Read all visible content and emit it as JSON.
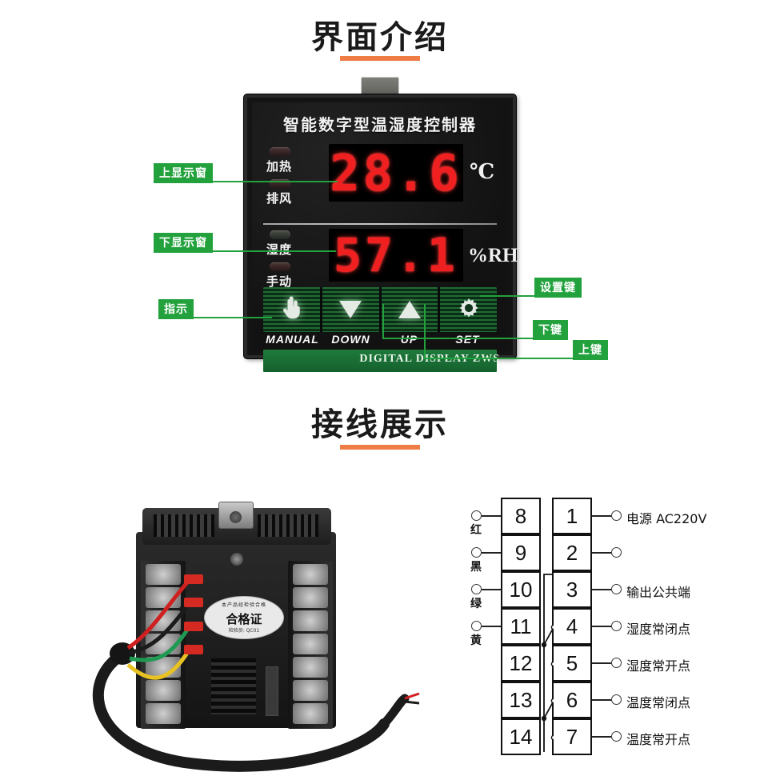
{
  "sections": [
    {
      "title": "界面介绍"
    },
    {
      "title": "接线展示"
    }
  ],
  "device": {
    "title": "智能数字型温湿度控制器",
    "brand_text": "DIGITAL DISPLAY ZWS",
    "upper_display": {
      "value": "28.6",
      "unit": "℃"
    },
    "lower_display": {
      "value": "57.1",
      "unit": "%RH"
    },
    "indicators": [
      {
        "label": "加热"
      },
      {
        "label": "排风"
      },
      {
        "label": "湿度"
      },
      {
        "label": "手动"
      }
    ],
    "buttons": [
      {
        "label": "MANUAL",
        "icon": "hand-icon",
        "glyph": "☝"
      },
      {
        "label": "DOWN",
        "icon": "triangle-down-icon",
        "glyph": "▼"
      },
      {
        "label": "UP",
        "icon": "triangle-up-icon",
        "glyph": "▲"
      },
      {
        "label": "SET",
        "icon": "gear-icon",
        "glyph": "✿"
      }
    ]
  },
  "callouts": {
    "upper_window": "上显示窗",
    "lower_window": "下显示窗",
    "indicator": "指示",
    "set_key": "设置键",
    "down_key": "下键",
    "up_key": "上键"
  },
  "photo": {
    "cert_arc": "本产品经检验合格",
    "cert_main": "合格证",
    "cert_sub": "检验员: QC01"
  },
  "wiring": {
    "left_terminals": [
      "8",
      "9",
      "10",
      "11",
      "12",
      "13",
      "14"
    ],
    "right_terminals": [
      "1",
      "2",
      "3",
      "4",
      "5",
      "6",
      "7"
    ],
    "wire_colors": [
      "红",
      "黑",
      "绿",
      "黄"
    ],
    "right_labels": [
      "电源 AC220V",
      "",
      "输出公共端",
      "湿度常闭点",
      "湿度常开点",
      "温度常闭点",
      "温度常开点"
    ]
  },
  "colors": {
    "accent_orange": "#ef7b45",
    "callout_green": "#22a13d",
    "led_red": "#f02020"
  }
}
